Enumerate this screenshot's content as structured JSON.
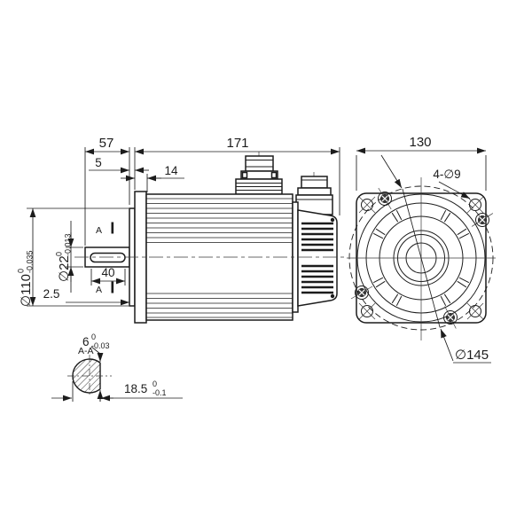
{
  "drawing": {
    "background": "#ffffff",
    "line_color": "#1c1c1c",
    "side_view": {
      "dim_shaft_total": "57",
      "dim_spigot": "5",
      "dim_flange": "14",
      "dim_body_length": "171",
      "dim_frame_diameter": {
        "main": "∅110",
        "tol_top": "0",
        "tol_bot": "-0.035"
      },
      "dim_shaft_diameter": {
        "main": "∅22",
        "tol_top": "0",
        "tol_bot": "-0.013"
      },
      "dim_keyway_length": "40",
      "dim_step": "2.5",
      "section_mark_top": "A",
      "section_mark_bottom": "A"
    },
    "section_view": {
      "label": "A-A",
      "dim_key_width": {
        "main": "6",
        "tol_top": "0",
        "tol_bot": "-0.03"
      },
      "dim_key_flat": {
        "main": "18.5",
        "tol_top": "0",
        "tol_bot": "-0.1"
      }
    },
    "front_view": {
      "dim_flange_size": "130",
      "dim_mounting_holes": "4-∅9",
      "dim_bolt_circle": "∅145"
    }
  }
}
